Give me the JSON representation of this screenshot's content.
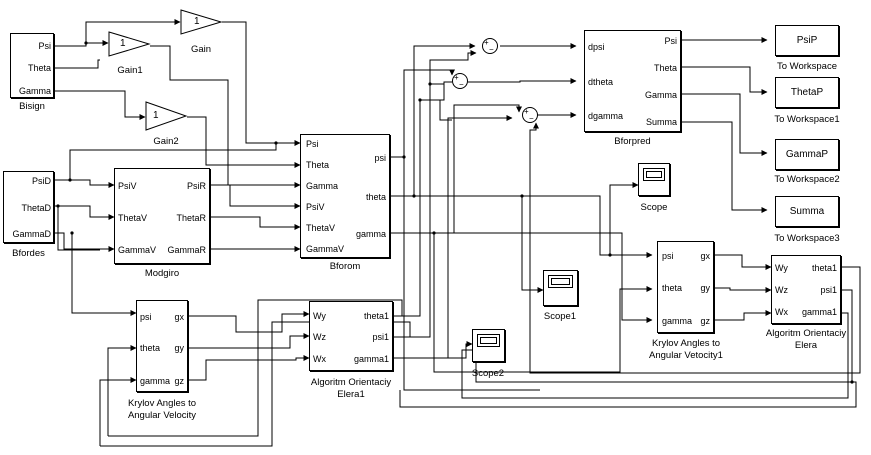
{
  "blocks": {
    "bisign": {
      "caption": "Bisign",
      "ports_out": [
        "Psi",
        "Theta",
        "Gamma"
      ]
    },
    "gain": {
      "value": "1",
      "caption": "Gain"
    },
    "gain1": {
      "value": "1",
      "caption": "Gain1"
    },
    "gain2": {
      "value": "1",
      "caption": "Gain2"
    },
    "bfordes": {
      "caption": "Bfordes",
      "ports_out": [
        "PsiD",
        "ThetaD",
        "GammaD"
      ]
    },
    "modgiro": {
      "caption": "Modgiro",
      "ports_in": [
        "PsiV",
        "ThetaV",
        "GammaV"
      ],
      "ports_out": [
        "PsiR",
        "ThetaR",
        "GammaR"
      ]
    },
    "bforom": {
      "caption": "Bforom",
      "ports_in": [
        "Psi",
        "Theta",
        "Gamma",
        "PsiV",
        "ThetaV",
        "GammaV"
      ],
      "ports_out": [
        "psi",
        "theta",
        "gamma"
      ]
    },
    "bforpred": {
      "caption": "Bforpred",
      "ports_in": [
        "dpsi",
        "dtheta",
        "dgamma"
      ],
      "ports_out": [
        "Psi",
        "Theta",
        "Gamma",
        "Summa"
      ]
    },
    "ws": {
      "label": "PsiP",
      "caption": "To Workspace"
    },
    "ws1": {
      "label": "ThetaP",
      "caption": "To Workspace1"
    },
    "ws2": {
      "label": "GammaP",
      "caption": "To Workspace2"
    },
    "ws3": {
      "label": "Summa",
      "caption": "To Workspace3"
    },
    "scope": {
      "caption": "Scope"
    },
    "scope1": {
      "caption": "Scope1"
    },
    "scope2": {
      "caption": "Scope2"
    },
    "krylov_left": {
      "caption": [
        "Krylov Angles to",
        "Angular Velocity"
      ],
      "ports_in": [
        "psi",
        "theta",
        "gamma"
      ],
      "ports_out": [
        "gx",
        "gy",
        "gz"
      ]
    },
    "krylov_right": {
      "caption": [
        "Krylov Angles to",
        "Angular Vetocity1"
      ],
      "ports_in": [
        "psi",
        "theta",
        "gamma"
      ],
      "ports_out": [
        "gx",
        "gy",
        "gz"
      ]
    },
    "orient_mid": {
      "caption": [
        "Algoritm Orientaciy",
        "Elera1"
      ],
      "ports_in": [
        "Wy",
        "Wz",
        "Wx"
      ],
      "ports_out": [
        "theta1",
        "psi1",
        "gamma1"
      ]
    },
    "orient_right": {
      "caption": [
        "Algoritm Orientaciy",
        "Elera"
      ],
      "ports_in": [
        "Wy",
        "Wz",
        "Wx"
      ],
      "ports_out": [
        "theta1",
        "psi1",
        "gamma1"
      ]
    }
  },
  "sum_signs": {
    "plus": "+",
    "minus": "−"
  }
}
